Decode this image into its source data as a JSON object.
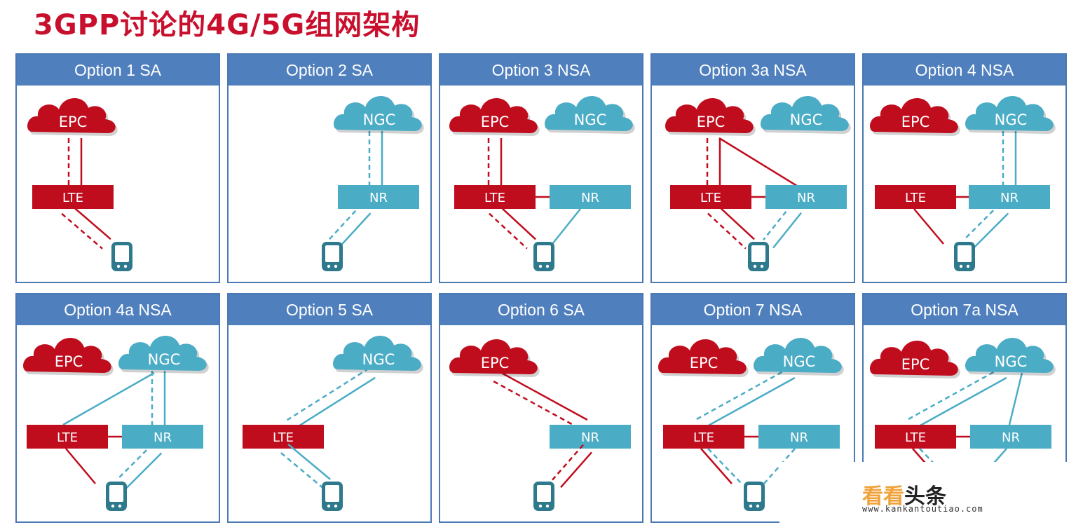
{
  "title": "3GPP讨论的4G/5G组网架构",
  "labels": {
    "epc": "EPC",
    "ngc": "NGC",
    "lte": "LTE",
    "nr": "NR"
  },
  "colors": {
    "title": "#c8102e",
    "header": "#4f7fbd",
    "lte_red": "#c00d1e",
    "nr_blue": "#4bacc6",
    "phone": "#2e7a8c"
  },
  "options": [
    {
      "id": "opt1",
      "title": "Option 1 SA"
    },
    {
      "id": "opt2",
      "title": "Option 2 SA"
    },
    {
      "id": "opt3",
      "title": "Option 3 NSA"
    },
    {
      "id": "opt3a",
      "title": "Option 3a NSA"
    },
    {
      "id": "opt4",
      "title": "Option 4 NSA"
    },
    {
      "id": "opt4a",
      "title": "Option 4a NSA"
    },
    {
      "id": "opt5",
      "title": "Option 5 SA"
    },
    {
      "id": "opt6",
      "title": "Option 6 SA"
    },
    {
      "id": "opt7",
      "title": "Option 7 NSA"
    },
    {
      "id": "opt7a",
      "title": "Option 7a NSA"
    }
  ],
  "watermark": {
    "text_a": "看看",
    "text_b": "头条",
    "url": "www.kankantoutiao.com"
  }
}
